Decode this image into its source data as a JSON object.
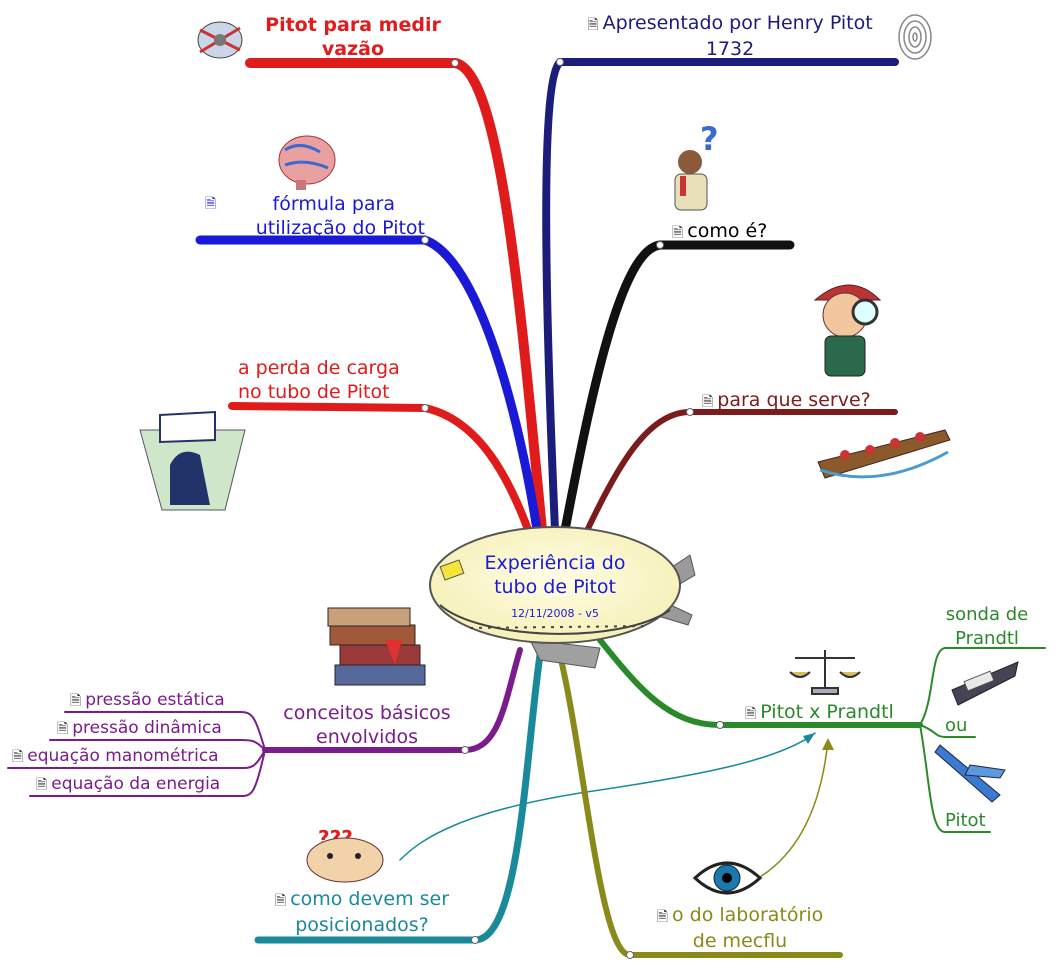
{
  "central": {
    "title_line1": "Experiência do",
    "title_line2": "tubo de Pitot",
    "subtitle": "12/11/2008 - v5"
  },
  "doc_icon": "🗎",
  "branches": {
    "pitot_vazao": {
      "line1": "Pitot para medir",
      "line2": "vazão",
      "color": "#e01b1b"
    },
    "henry_pitot": {
      "line1": "Apresentado por Henry Pitot",
      "line2": "1732",
      "color": "#1c1c7a"
    },
    "formula": {
      "line1": "fórmula para",
      "line2": "utilização do Pitot",
      "color": "#1a1ad6"
    },
    "como_e": {
      "line1": "como é?",
      "color": "#000000"
    },
    "perda_carga": {
      "line1": "a perda de carga",
      "line2": "no tubo de Pitot",
      "color": "#e01b1b"
    },
    "para_que_serve": {
      "line1": "para que serve?",
      "color": "#7a1c1c"
    },
    "conceitos": {
      "line1": "conceitos básicos",
      "line2": "envolvidos",
      "color": "#7a1c8c"
    },
    "pitot_prandtl": {
      "line1": "Pitot x Prandtl",
      "color": "#2a8a2a"
    },
    "sonda": {
      "line1": "sonda de",
      "line2": "Prandtl",
      "color": "#2a8a2a"
    },
    "ou": {
      "line1": "ou",
      "color": "#2a8a2a"
    },
    "pitot": {
      "line1": "Pitot",
      "color": "#2a8a2a"
    },
    "posicionados": {
      "line1": "como devem ser",
      "line2": "posicionados?",
      "color": "#1a8a9a"
    },
    "laboratorio": {
      "line1": "o do laboratório",
      "line2": "de mecflu",
      "color": "#8a8a1a"
    }
  },
  "concepts": [
    "pressão estática",
    "pressão dinâmica",
    "equação manométrica",
    "equação da energia"
  ],
  "icons": [
    "bug-icon",
    "fingerprint-icon",
    "brain-icon",
    "thinking-man-icon",
    "detective-icon",
    "reading-head-icon",
    "boat-icon",
    "books-icon",
    "scales-icon",
    "ship-icon",
    "airplane-icon",
    "confused-face-icon",
    "eye-icon",
    "airplane-center-icon"
  ]
}
